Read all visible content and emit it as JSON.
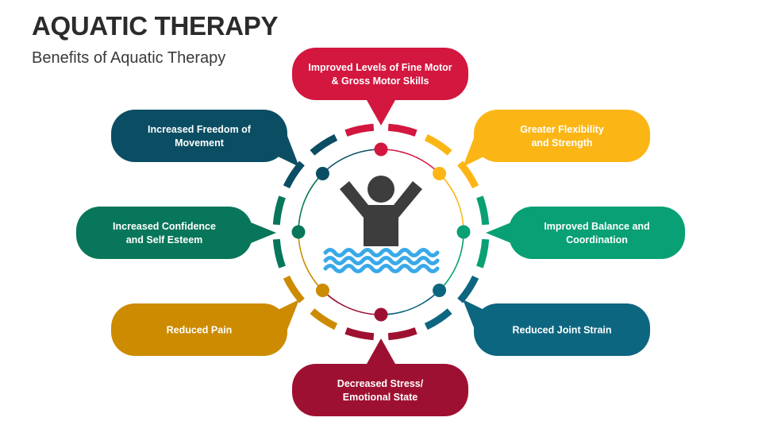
{
  "header": {
    "title": "AQUATIC THERAPY",
    "subtitle": "Benefits of Aquatic Therapy"
  },
  "icons": {
    "center": "swimmer-in-water-icon"
  },
  "benefits": [
    {
      "id": "fine-motor",
      "lines": [
        "Improved Levels of Fine Motor",
        "& Gross Motor Skills"
      ],
      "color": "#D3173F"
    },
    {
      "id": "flexibility",
      "lines": [
        "Greater Flexibility",
        "and Strength"
      ],
      "color": "#FBB616"
    },
    {
      "id": "balance",
      "lines": [
        "Improved Balance and",
        "Coordination"
      ],
      "color": "#08A074"
    },
    {
      "id": "joint-strain",
      "lines": [
        "Reduced Joint Strain"
      ],
      "color": "#0D6680"
    },
    {
      "id": "stress",
      "lines": [
        "Decreased Stress/",
        "Emotional State"
      ],
      "color": "#9E1031"
    },
    {
      "id": "pain",
      "lines": [
        "Reduced Pain"
      ],
      "color": "#CC8B00"
    },
    {
      "id": "confidence",
      "lines": [
        "Increased Confidence",
        "and Self Esteem"
      ],
      "color": "#08765A"
    },
    {
      "id": "freedom",
      "lines": [
        "Increased Freedom of",
        "Movement"
      ],
      "color": "#0B4E63"
    }
  ]
}
